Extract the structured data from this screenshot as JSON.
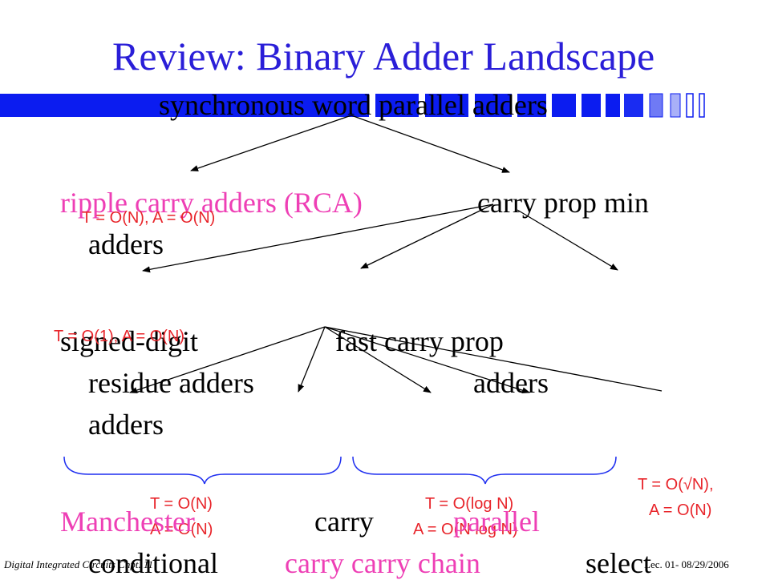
{
  "colors": {
    "title": "#2a1ed8",
    "bar": "#0b1cf0",
    "magenta": "#ee3fb5",
    "red": "#e8252b",
    "text": "#000000"
  },
  "title": "Review:  Binary Adder Landscape",
  "nodes": {
    "root": "synchronous word parallel adders",
    "rca": "ripple carry adders (RCA)",
    "cpm_1": "carry prop min",
    "cpm_2": "adders",
    "signed": "signed-digit",
    "residue_1": "residue adders",
    "residue_2": "adders",
    "fast_1": "fast carry prop",
    "fast_2": "adders",
    "manchester": "Manchester",
    "conditional": "conditional",
    "carry_a": "carry",
    "carry_chain": "carry carry chain",
    "parallel": "parallel",
    "select": "select"
  },
  "complexity": {
    "rca": "T = O(N), A = O(N)",
    "signed": "T = O(1), A = O(N)",
    "ripple_1": "T = O(N)",
    "ripple_2": "A = O(N)",
    "log_1": "T = O(log N)",
    "log_2": "A = O(N log N)",
    "sqrt_1": "T = O(√N),",
    "sqrt_2": "A = O(N)"
  },
  "footer": {
    "left": "Digital Integrated Circuits Chpt. 11",
    "right": "Lec. 01- 08/29/2006"
  }
}
